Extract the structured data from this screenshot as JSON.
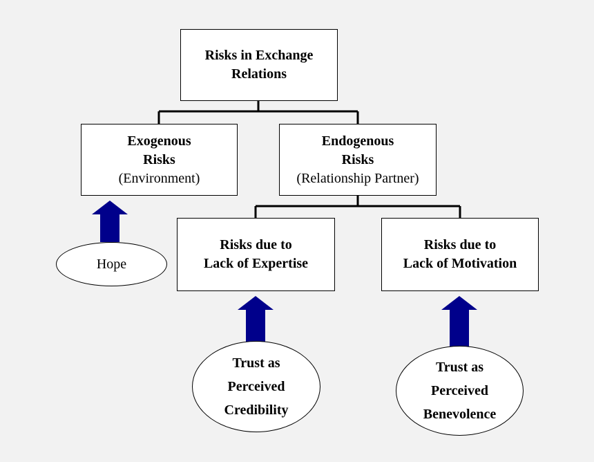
{
  "colors": {
    "background": "#f2f2f2",
    "box_fill": "#ffffff",
    "line": "#000000",
    "arrow": "#00008b"
  },
  "nodes": {
    "root": {
      "line1": "Risks in Exchange",
      "line2": "Relations"
    },
    "exogenous": {
      "line1": "Exogenous",
      "line2": "Risks",
      "line3": "(Environment)"
    },
    "endogenous": {
      "line1": "Endogenous",
      "line2": "Risks",
      "line3": "(Relationship Partner)"
    },
    "expertise": {
      "line1": "Risks due to",
      "line2": "Lack of Expertise"
    },
    "motivation": {
      "line1": "Risks due to",
      "line2": "Lack of Motivation"
    }
  },
  "ellipses": {
    "hope": {
      "line1": "Hope"
    },
    "credibility": {
      "line1": "Trust as",
      "line2": "Perceived",
      "line3": "Credibility"
    },
    "benevolence": {
      "line1": "Trust as",
      "line2": "Perceived",
      "line3": "Benevolence"
    }
  },
  "icons": {
    "arrow": "up-arrow-icon"
  }
}
